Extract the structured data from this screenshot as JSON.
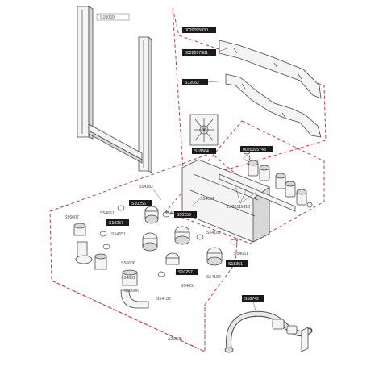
{
  "labels": {
    "frame": "S10059",
    "top_ref": "0020095930",
    "bracket_upper": "0020097381",
    "bracket_lower": "S12062",
    "grid": "S18564",
    "nipples": "0020095743",
    "manifold": "0020111410",
    "a1": "S54182",
    "a2": "S10256",
    "a3": "S54651",
    "a4": "S10256",
    "a5": "S54651",
    "a6": "S54651",
    "a7": "S10257",
    "a8": "S54651",
    "a9": "S54182",
    "a10": "S54651",
    "a11": "S56606",
    "a12": "S10257",
    "a13": "S54182",
    "a14": "S18361",
    "a15": "S54651",
    "a16": "S56606",
    "a17": "S54651",
    "a18": "S54182",
    "left_ref": "S56607",
    "base_ref": "A20225",
    "hose": "S18742"
  }
}
